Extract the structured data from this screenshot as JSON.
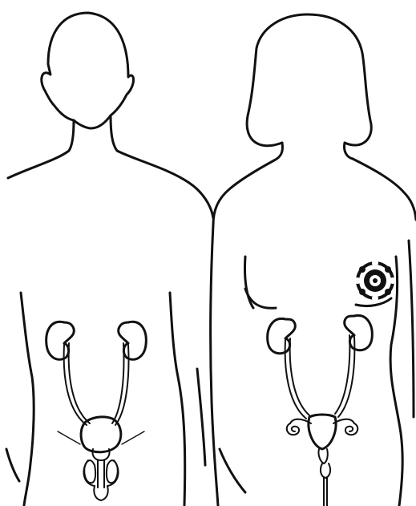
{
  "colors": {
    "ink": "#111111",
    "background": "#ffffff"
  },
  "figures": [
    {
      "id": "male",
      "organs": [
        "kidneys",
        "ureters",
        "bladder",
        "prostate",
        "testes"
      ]
    },
    {
      "id": "female",
      "organs": [
        "kidneys",
        "ureters",
        "uterus",
        "ovaries",
        "breast-lesion"
      ]
    }
  ]
}
